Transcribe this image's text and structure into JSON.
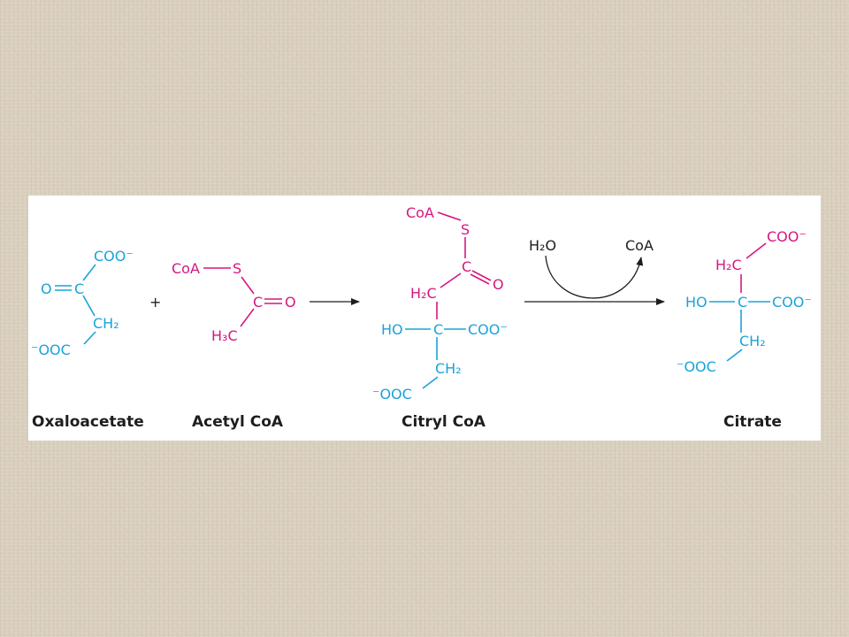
{
  "labels": {
    "oxaloacetate": "Oxaloacetate",
    "acetyl_coa": "Acetyl CoA",
    "citryl_coa": "Citryl CoA",
    "citrate": "Citrate"
  },
  "reaction": {
    "plus": "+",
    "water": "H₂O",
    "coa_released": "CoA"
  },
  "atoms": {
    "coo_minus": "COO⁻",
    "minus_ooc": "⁻OOC",
    "ch2": "CH₂",
    "h2c": "H₂C",
    "h3c": "H₃C",
    "c": "C",
    "o": "O",
    "s": "S",
    "coa": "CoA",
    "ho": "HO"
  },
  "colors": {
    "oxaloacetate_atoms": "#1aa3d9",
    "acetyl_atoms": "#d6177f",
    "text": "#1e1e1e"
  }
}
